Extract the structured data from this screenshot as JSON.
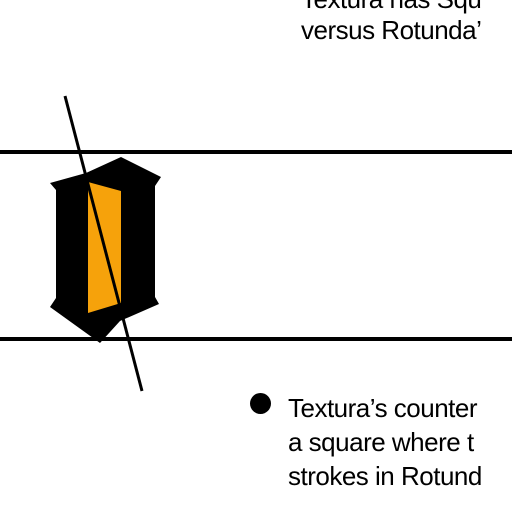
{
  "caption_top": {
    "line1": "Textura has Squ",
    "line2": "versus Rotunda’"
  },
  "bullet": {
    "line1": "Textura’s counter",
    "line2": "a square where t",
    "line3": "strokes in Rotund"
  },
  "colors": {
    "accent": "#f6a20b",
    "ink": "#000000",
    "background": "#ffffff"
  },
  "icons": {
    "bullet": "filled-circle",
    "letterform": "textura-blackletter-stroke"
  }
}
